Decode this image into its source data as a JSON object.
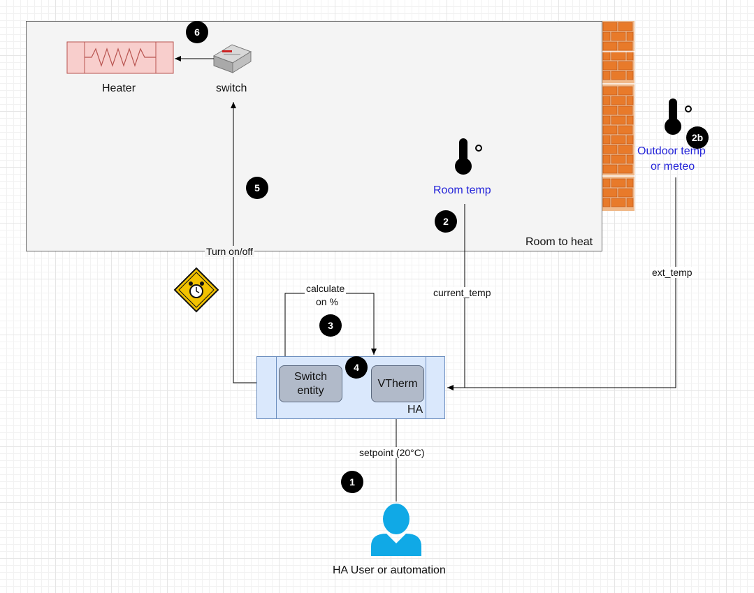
{
  "room": {
    "label": "Room to heat"
  },
  "heater": {
    "label": "Heater"
  },
  "switch_device": {
    "label": "switch"
  },
  "sensors": {
    "room_temp": "Room temp",
    "outdoor_temp_line1": "Outdoor temp",
    "outdoor_temp_line2": "or meteo"
  },
  "ha": {
    "label": "HA",
    "switch_entity_line1": "Switch",
    "switch_entity_line2": "entity",
    "vtherm": "VTherm"
  },
  "edges": {
    "turn_on_off": "Turn on/off",
    "calculate_line1": "calculate",
    "calculate_line2": "on %",
    "current_temp": "current_temp",
    "ext_temp": "ext_temp",
    "setpoint": "setpoint (20°C)"
  },
  "user": {
    "label": "HA User or automation"
  },
  "badges": [
    "1",
    "2",
    "2b",
    "3",
    "4",
    "5",
    "6"
  ],
  "colors": {
    "heater_fill": "#f8cecc",
    "heater_stroke": "#b85450",
    "ha_fill": "#dae8fc",
    "ha_stroke": "#6c8ebf",
    "user_blue": "#10a9e6",
    "sensor_label": "#2323d9",
    "brick": "#e87a2a",
    "alarm_yellow": "#f2c200"
  },
  "icons": [
    "heater-icon",
    "switch-device-icon",
    "thermometer-icon",
    "brick-wall-icon",
    "alarm-clock-icon",
    "user-icon"
  ]
}
